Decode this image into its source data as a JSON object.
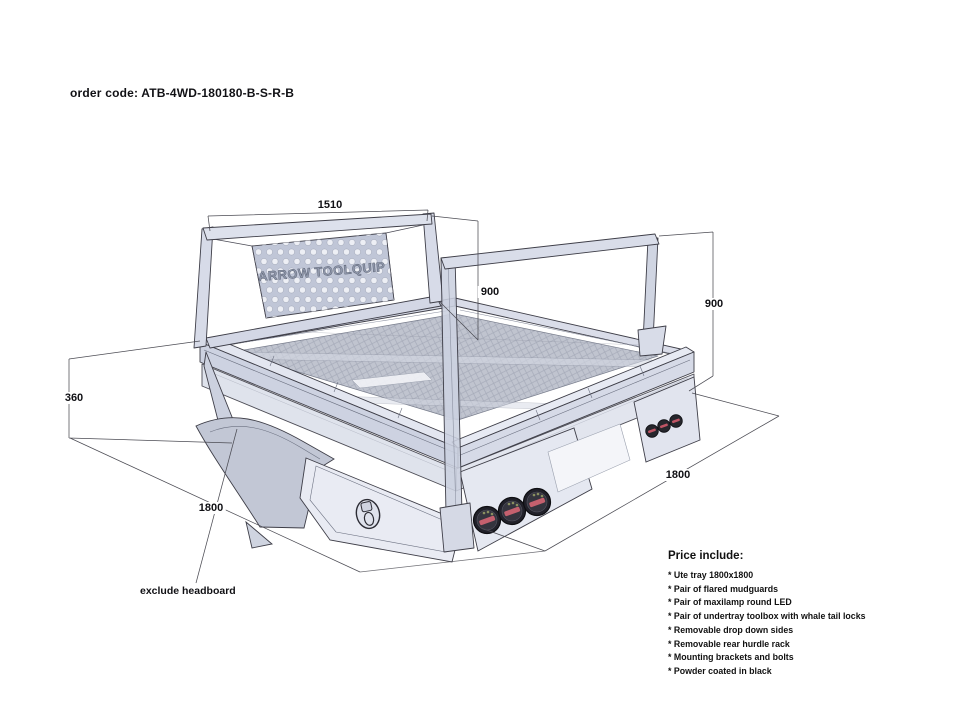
{
  "order_code": {
    "text": "order code: ATB-4WD-180180-B-S-R-B"
  },
  "drawing": {
    "brand_text": "ARROW TOOLQUIP",
    "note": "exclude headboard",
    "dimensions": {
      "headboard_width": "1510",
      "headboard_height": "900",
      "rack_height": "900",
      "tray_side_height": "360",
      "tray_length": "1800",
      "tray_width": "1800"
    },
    "colors": {
      "line": "#44444c",
      "panel_light": "#e3e6f0",
      "panel_mid": "#ccd1e0",
      "mesh_floor": "#c0c4cf",
      "tail_light_red": "#c4606e",
      "text": "#111111"
    }
  },
  "price_include": {
    "title": "Price include:",
    "items": [
      "* Ute tray 1800x1800",
      "* Pair of flared mudguards",
      "* Pair of maxilamp round LED",
      "* Pair of undertray toolbox with whale tail locks",
      "* Removable drop down sides",
      "* Removable rear hurdle rack",
      "* Mounting brackets and bolts",
      "* Powder coated in black"
    ]
  }
}
